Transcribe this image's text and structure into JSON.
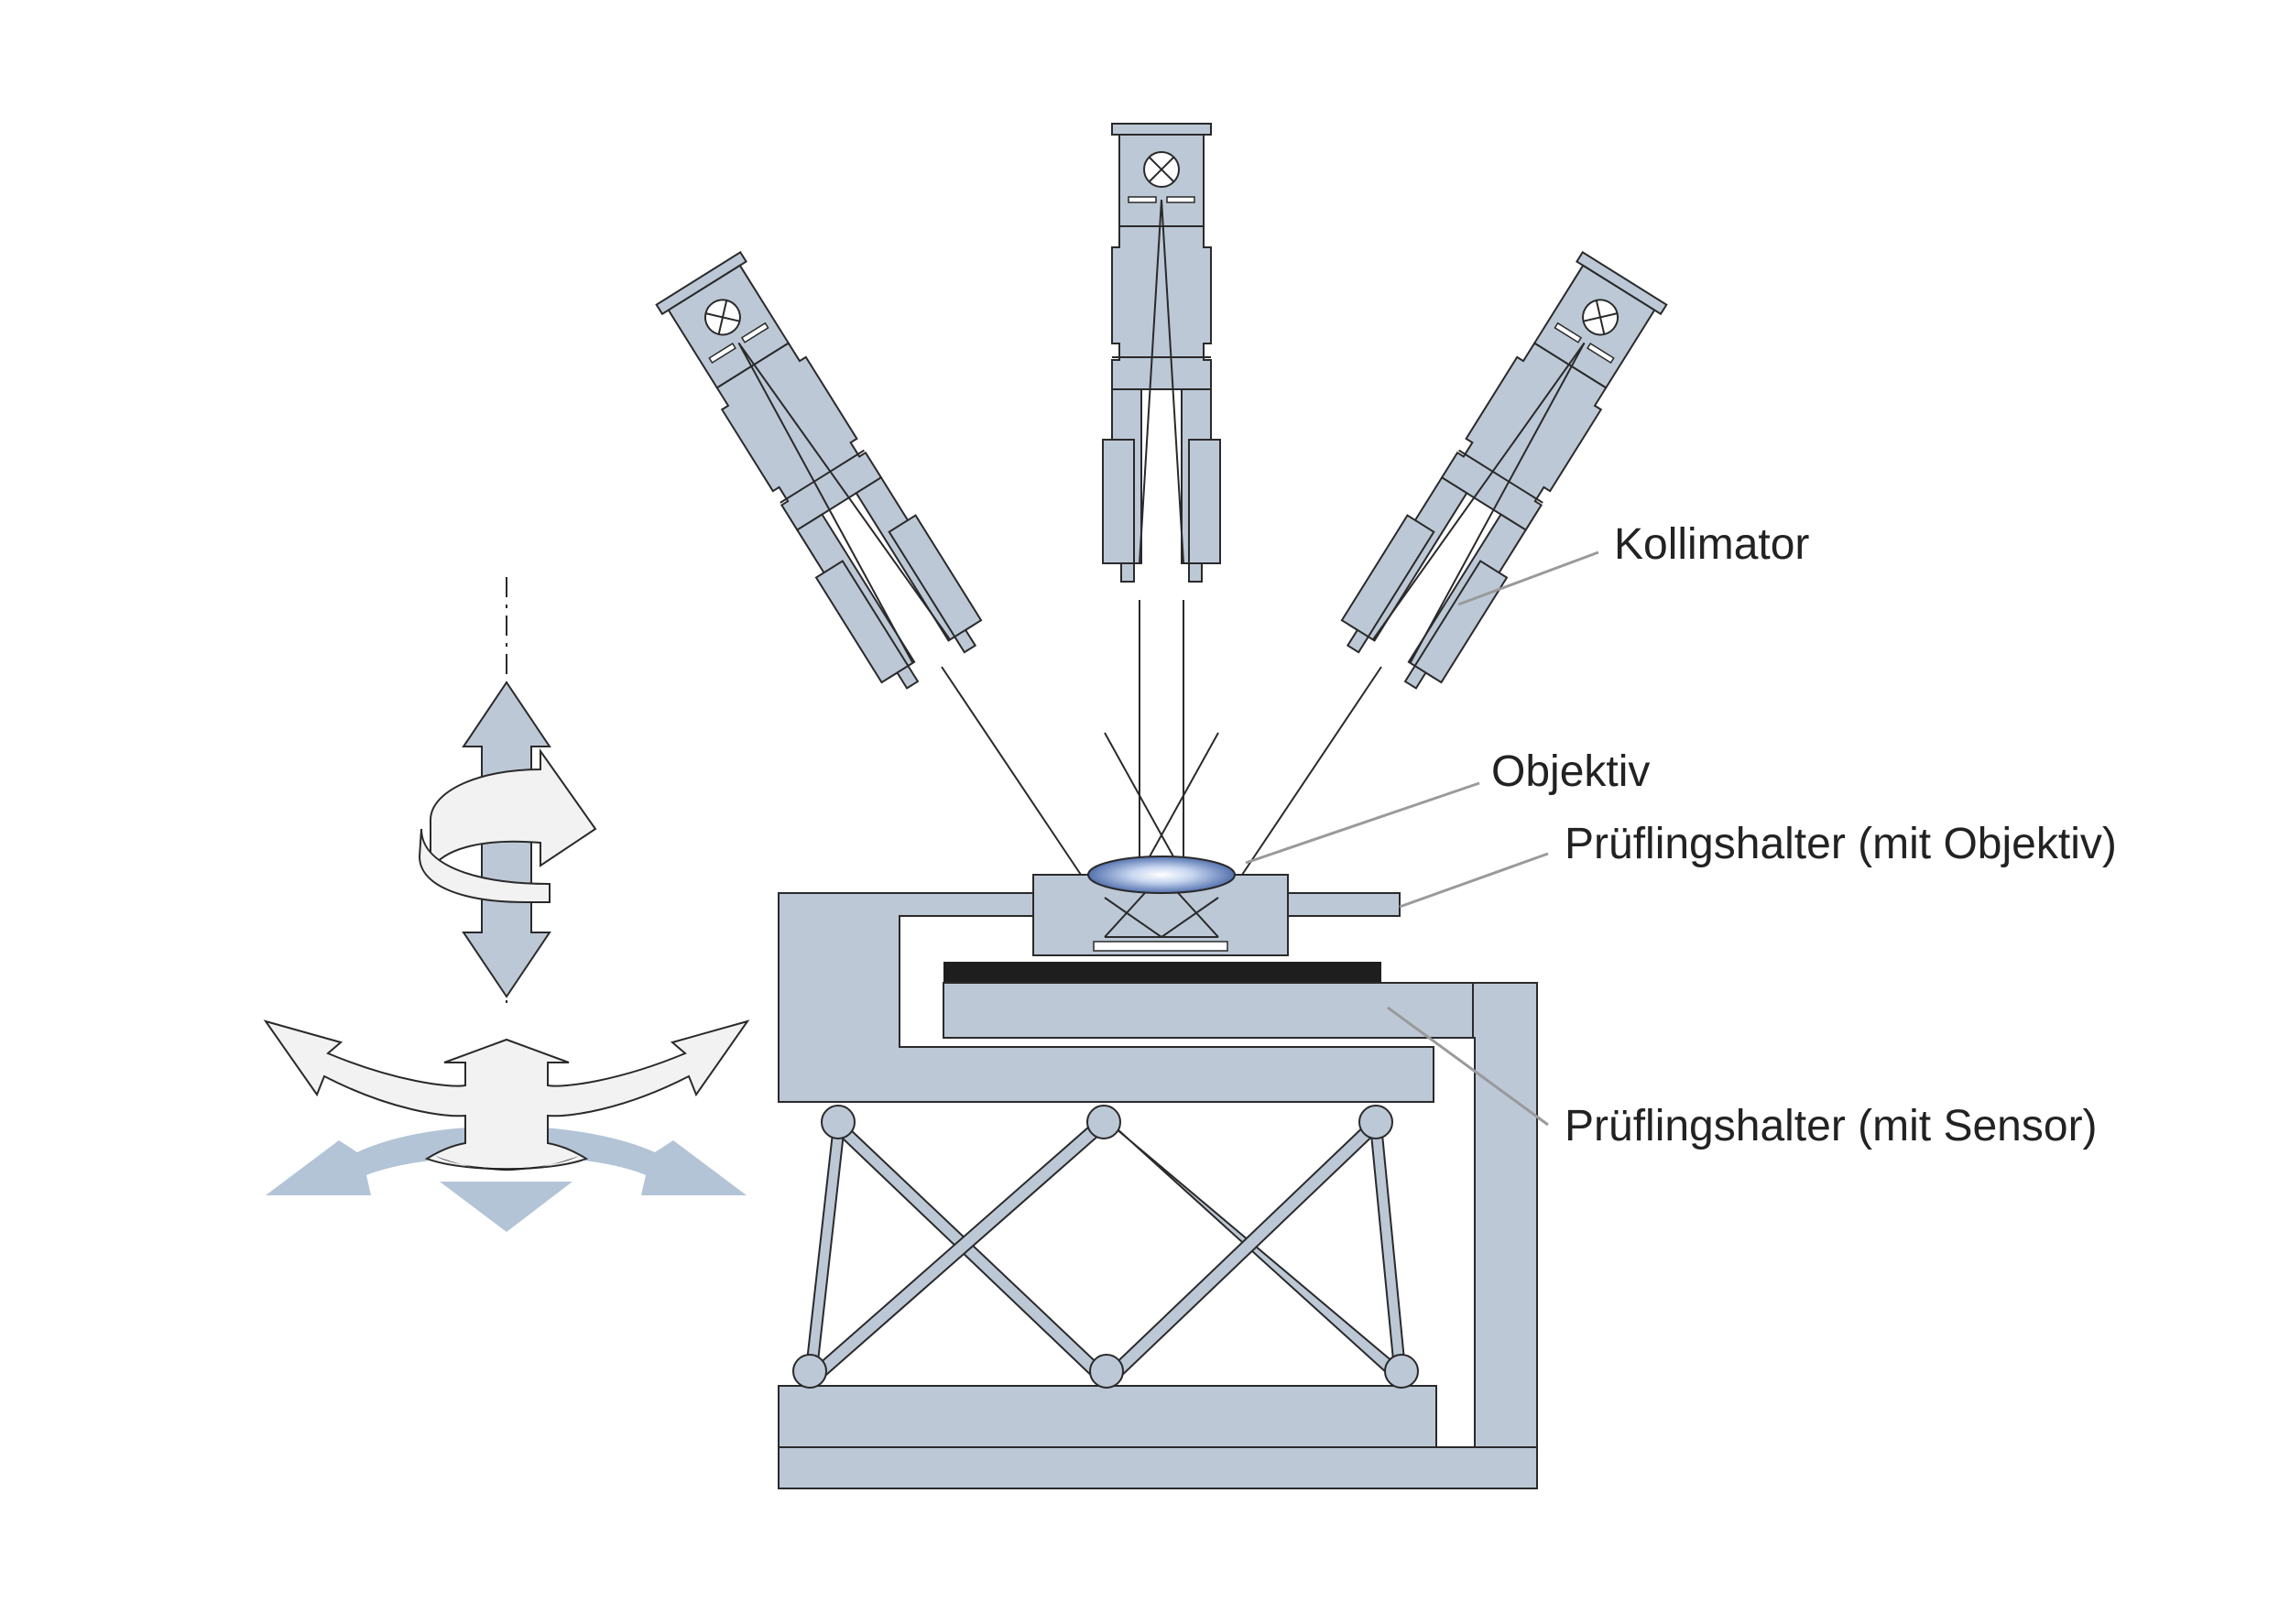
{
  "labels": {
    "collimator": "Kollimator",
    "lens": "Objektiv",
    "holder_lens": "Prüflingshalter (mit Objektiv)",
    "holder_sensor": "Prüflingshalter (mit Sensor)"
  },
  "colors": {
    "part_fill": "#bcc8d6",
    "outline": "#2a2a2a",
    "arrow_white": "#f2f2f2",
    "arrow_shadow": "#b3c4d6",
    "leader": "#9a9a9a",
    "sensor": "#1e1e1e",
    "lens_core": "#2d4f98"
  }
}
